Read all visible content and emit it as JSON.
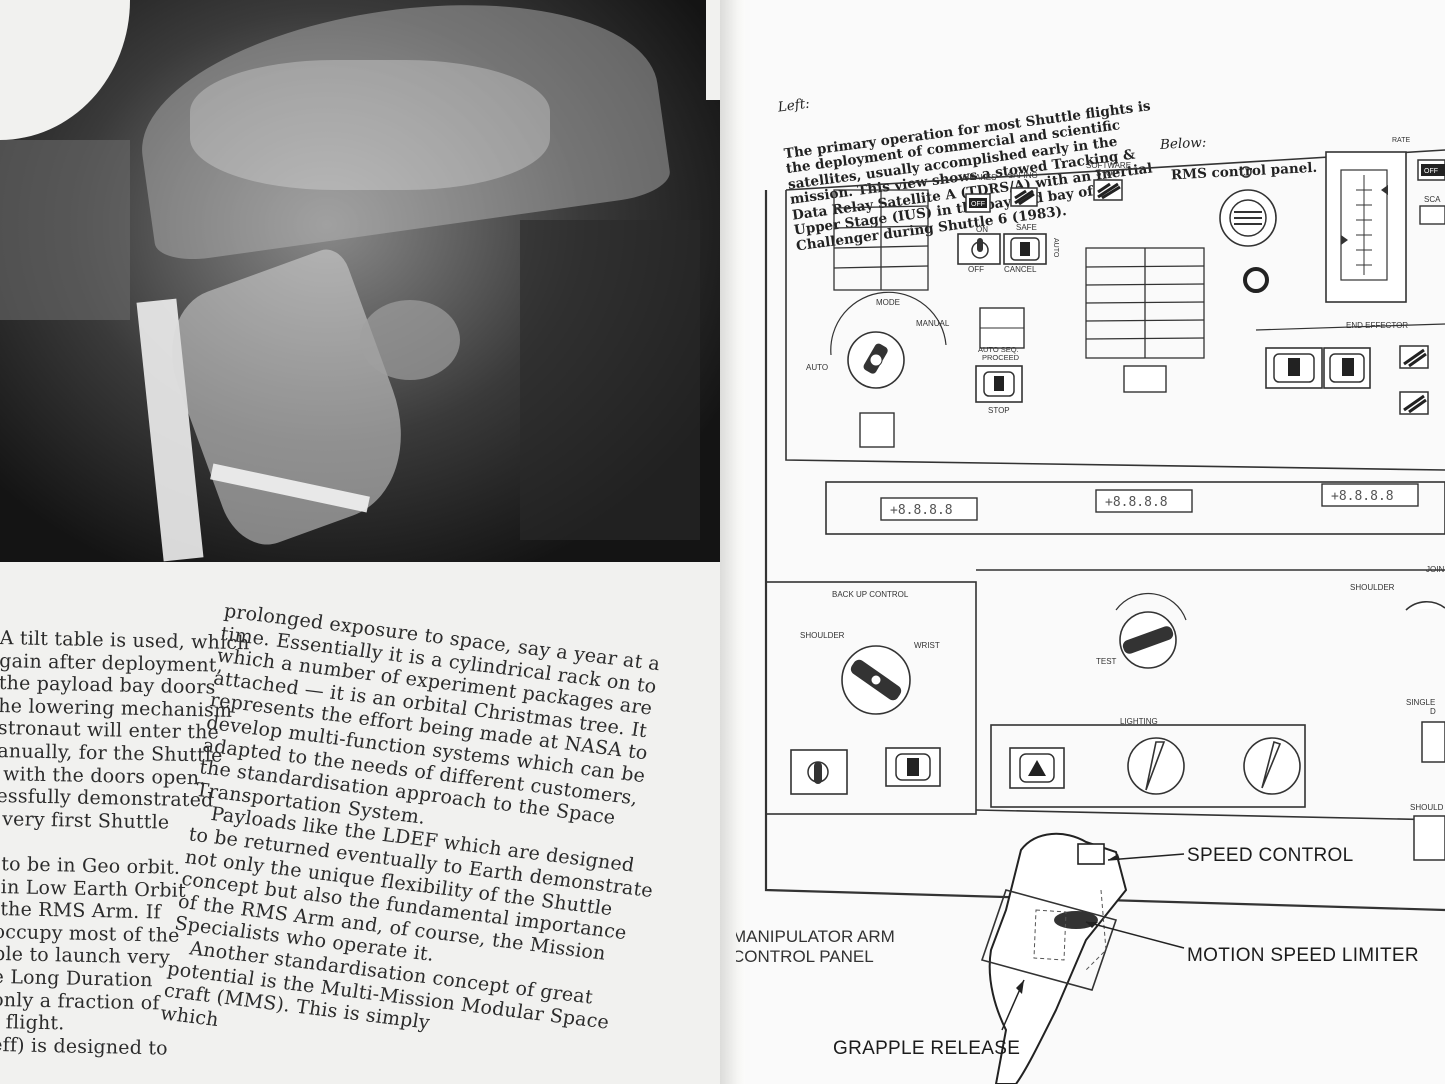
{
  "left_page": {
    "photo_alt": "",
    "column1_lines": [
      "A tilt table is used, which",
      "gain after deployment,",
      "the payload bay doors",
      "he lowering mechanism",
      "stronaut will enter the",
      "anually, for the Shuttle",
      " with the doors open.",
      "essfully demonstrated",
      " very first Shuttle",
      "",
      " to be in Geo orbit.",
      " in Low Earth Orbit",
      " the RMS Arm. If",
      "occupy most of the",
      "ble to launch very",
      "e Long Duration",
      "only a fraction of",
      "t flight.",
      "eff) is designed to"
    ],
    "column2_lines": [
      "prolonged exposure to space, say a year at a",
      "time. Essentially it is a cylindrical rack on to",
      "which a number of experiment packages are",
      "attached — it is an orbital Christmas tree. It",
      "represents the effort being made at NASA to",
      "develop multi-function systems which can be",
      "adapted to the needs of different customers,",
      "the standardisation approach to the Space",
      "Transportation System.",
      "   Payloads like the LDEF which are designed",
      "to be returned eventually to Earth demonstrate",
      "not only the unique flexibility of the Shuttle",
      "concept but also the fundamental importance",
      "of the RMS Arm and, of course, the Mission",
      "Specialists who operate it.",
      "   Another standardisation concept of great",
      "potential is the Multi-Mission Modular Space",
      "craft (MMS). This is simply",
      "which"
    ]
  },
  "right_page": {
    "caption_left": {
      "label": "Left:",
      "lines": [
        "The primary operation for most Shuttle flights is",
        "the deployment of commercial and scientific",
        "satellites, usually accomplished early in the",
        "mission. This view shows a stowed Tracking &",
        "Data Relay Satellite A (TDRS/A) with an Inertial",
        "Upper Stage (IUS) in the payload bay of",
        "Challenger during Shuttle 6 (1983)."
      ]
    },
    "caption_below": {
      "label": "Below:",
      "text": "RMS control panel."
    },
    "panel_labels": {
      "brakes": "BRAKES",
      "safing": "SAFING",
      "software_stop": "SOFTWARE",
      "software_stop2": "STOP",
      "off": "OFF",
      "on": "ON",
      "safe": "SAFE",
      "cancel": "CANCEL",
      "auto_side": "AUTO",
      "mode": "MODE",
      "manual": "MANUAL",
      "auto": "AUTO",
      "auto_seq": "AUTO SEQ.",
      "proceed": "PROCEED",
      "stop": "STOP",
      "rate": "RATE",
      "end_effector": "END EFFECTOR",
      "display1": "+8.8.8.8",
      "display2": "+8.8.8.8",
      "display3": "+8.8.8.8",
      "backup_control": "BACK UP CONTROL",
      "shoulder": "SHOULDER",
      "wrist": "WRIST",
      "test": "TEST",
      "lighting": "LIGHTING",
      "shoulder_right": "SHOULDER",
      "joint": "JOIN",
      "single": "SINGLE",
      "single2": "D",
      "shoulder2": "SHOULD",
      "sca": "SCA",
      "off_right": "OFF"
    },
    "panel_title_lines": [
      "MANIPULATOR ARM",
      "CONTROL PANEL"
    ],
    "callouts": {
      "speed_control": "SPEED CONTROL",
      "motion_speed_limiter": "MOTION SPEED LIMITER",
      "grapple_release": "GRAPPLE RELEASE"
    }
  }
}
